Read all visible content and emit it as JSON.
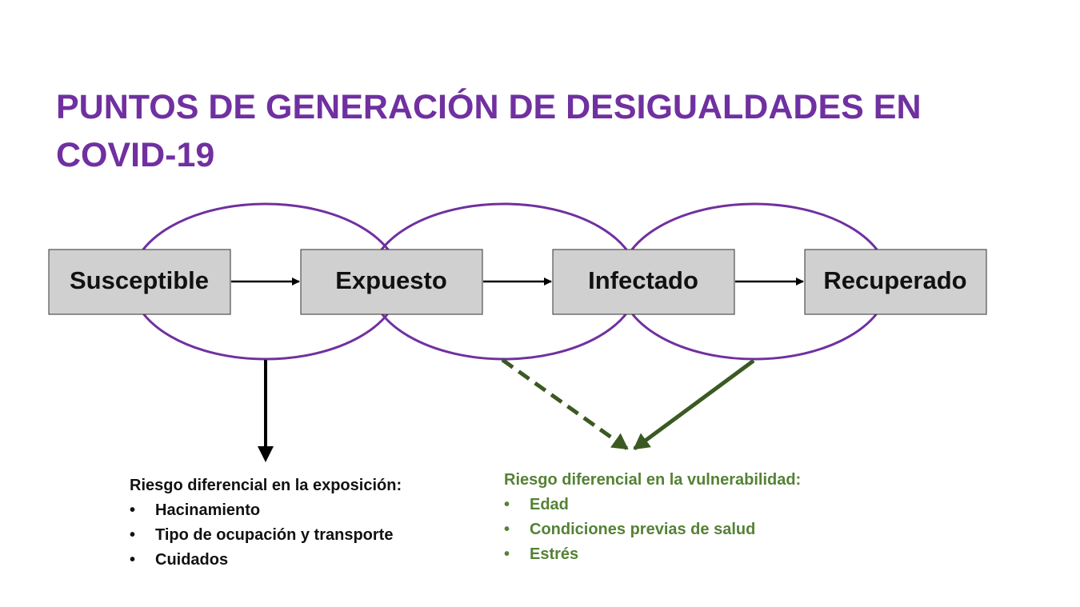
{
  "title": {
    "line1": "PUNTOS DE GENERACIÓN DE DESIGUALDADES EN",
    "line2": "COVID-19"
  },
  "stages": [
    {
      "label": "Susceptible"
    },
    {
      "label": "Expuesto"
    },
    {
      "label": "Infectado"
    },
    {
      "label": "Recuperado"
    }
  ],
  "exposure_risk": {
    "heading": "Riesgo diferencial en la exposición:",
    "items": [
      "Hacinamiento",
      "Tipo de ocupación y transporte",
      "Cuidados"
    ]
  },
  "vulnerability_risk": {
    "heading": "Riesgo diferencial en la vulnerabilidad:",
    "items": [
      "Edad",
      "Condiciones previas de salud",
      "Estrés"
    ]
  },
  "bullet_symbol": "•",
  "colors": {
    "title": "#7030a0",
    "ellipse": "#7030a0",
    "box_fill": "#d0d0d0",
    "vulnerability_text": "#548235",
    "vulnerability_arrow": "#3a5a22"
  }
}
